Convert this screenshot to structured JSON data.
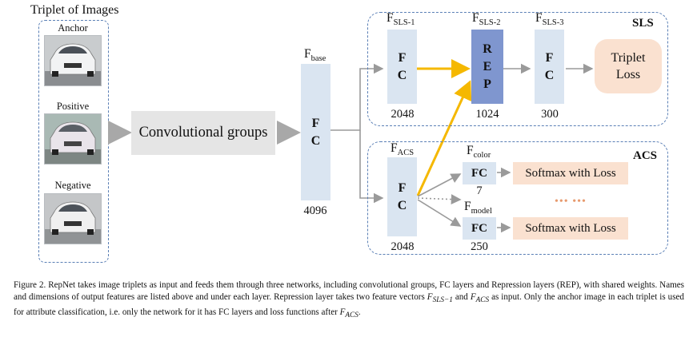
{
  "triplet": {
    "title": "Triplet of Images",
    "anchor": "Anchor",
    "positive": "Positive",
    "negative": "Negative"
  },
  "conv": {
    "label": "Convolutional groups"
  },
  "fbase": {
    "name": "F",
    "sub": "base",
    "letters": [
      "F",
      "C"
    ],
    "dim": "4096"
  },
  "sls": {
    "title": "SLS",
    "f1": {
      "name": "F",
      "sub": "SLS-1",
      "letters": [
        "F",
        "C"
      ],
      "dim": "2048"
    },
    "f2": {
      "name": "F",
      "sub": "SLS-2",
      "letters": [
        "R",
        "E",
        "P"
      ],
      "dim": "1024"
    },
    "f3": {
      "name": "F",
      "sub": "SLS-3",
      "letters": [
        "F",
        "C"
      ],
      "dim": "300"
    },
    "loss": "Triplet Loss"
  },
  "acs": {
    "title": "ACS",
    "fc": {
      "name": "F",
      "sub": "ACS",
      "letters": [
        "F",
        "C"
      ],
      "dim": "2048"
    },
    "color": {
      "name": "F",
      "sub": "color",
      "label": "FC",
      "dim": "7",
      "loss": "Softmax with Loss"
    },
    "model": {
      "name": "F",
      "sub": "model",
      "label": "FC",
      "dim": "250",
      "loss": "Softmax with Loss"
    },
    "dots": "••• •••"
  },
  "caption": {
    "p1": "Figure 2. RepNet takes image triplets as input and feeds them through three networks, including convolutional groups, FC layers and Repression layers (REP), with shared weights. Names and dimensions of output features are listed above and under each layer. Repression layer takes two feature vectors ",
    "v1": "F",
    "v1sub": "SLS−1",
    "p2": " and ",
    "v2": "F",
    "v2sub": "ACS",
    "p3": " as input. Only the anchor image in each triplet is used for attribute classification, i.e. only the network for it has FC layers and loss functions after ",
    "v3": "F",
    "v3sub": "ACS",
    "p4": "."
  },
  "colors": {
    "fc_fill": "#dae5f1",
    "rep_fill": "#7f96cf",
    "loss_fill": "#fae1d0",
    "conv_fill": "#e5e5e5",
    "dash_border": "#5a7fb5",
    "highlight_arrow": "#f5b800",
    "arrow": "#9a9a9a"
  }
}
